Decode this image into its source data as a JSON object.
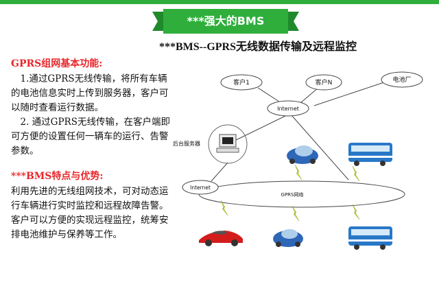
{
  "banner": {
    "title": "***强大的BMS"
  },
  "subtitle": "***BMS--GPRS无线数据传输及远程监控",
  "left": {
    "section1_title": "GPRS组网基本功能:",
    "section1_items": [
      "1.通过GPRS无线传输，将所有车辆的电池信息实时上传到服务器，客户可以随时查看运行数据。",
      "2. 通过GPRS无线传输，在客户端即可方便的设置任何一辆车的运行、告警参数。"
    ],
    "section2_title": "***BMS特点与优势:",
    "section2_text": "利用先进的无线组网技术，可对动态运行车辆进行实时监控和远程故障告警。客户可以方便的实现远程监控，统筹安排电池维护与保养等工作。"
  },
  "diagram": {
    "clients": [
      "客户1",
      "客户N",
      "电池厂"
    ],
    "internet_top": "Internet",
    "server_label": "后台服务器",
    "internet_left": "Internet",
    "gprs_label": "GPRS网络"
  },
  "colors": {
    "green": "#2fae3c",
    "red": "#e8262a"
  }
}
